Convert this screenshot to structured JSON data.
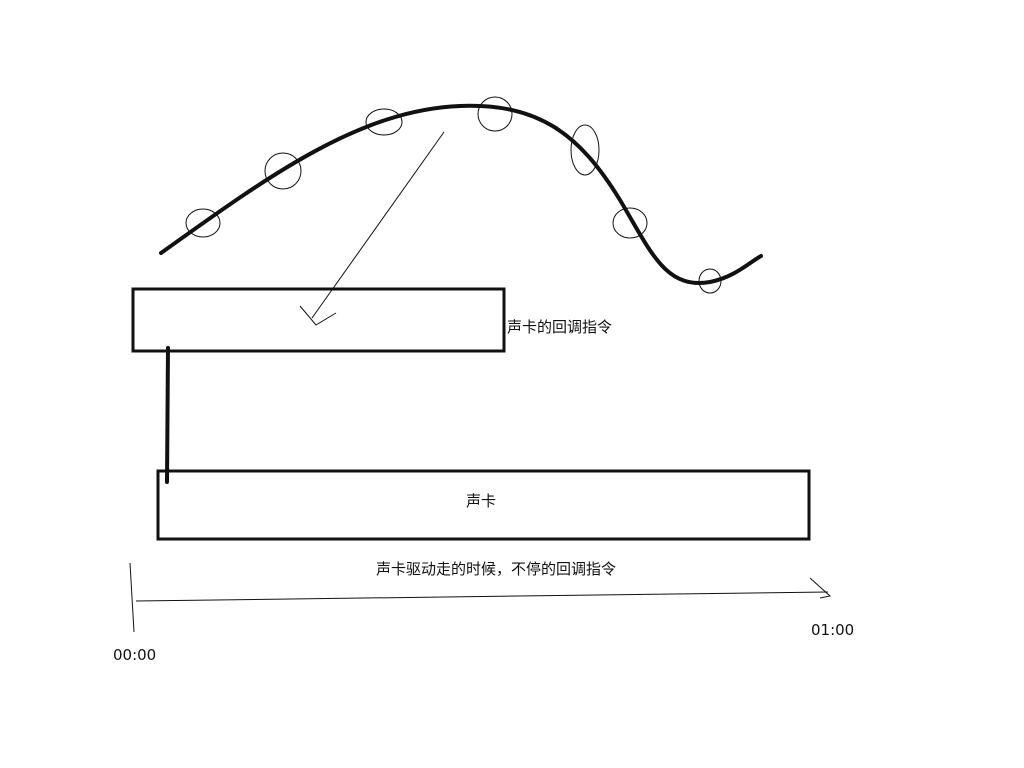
{
  "diagram": {
    "callback_box_label": "声卡的回调指令",
    "soundcard_box_label": "声卡",
    "timeline_caption": "声卡驱动走的时候，不停的回调指令",
    "time_start": "00:00",
    "time_end": "01:00"
  },
  "style": {
    "stroke_color": "#111111",
    "background": "#ffffff"
  }
}
